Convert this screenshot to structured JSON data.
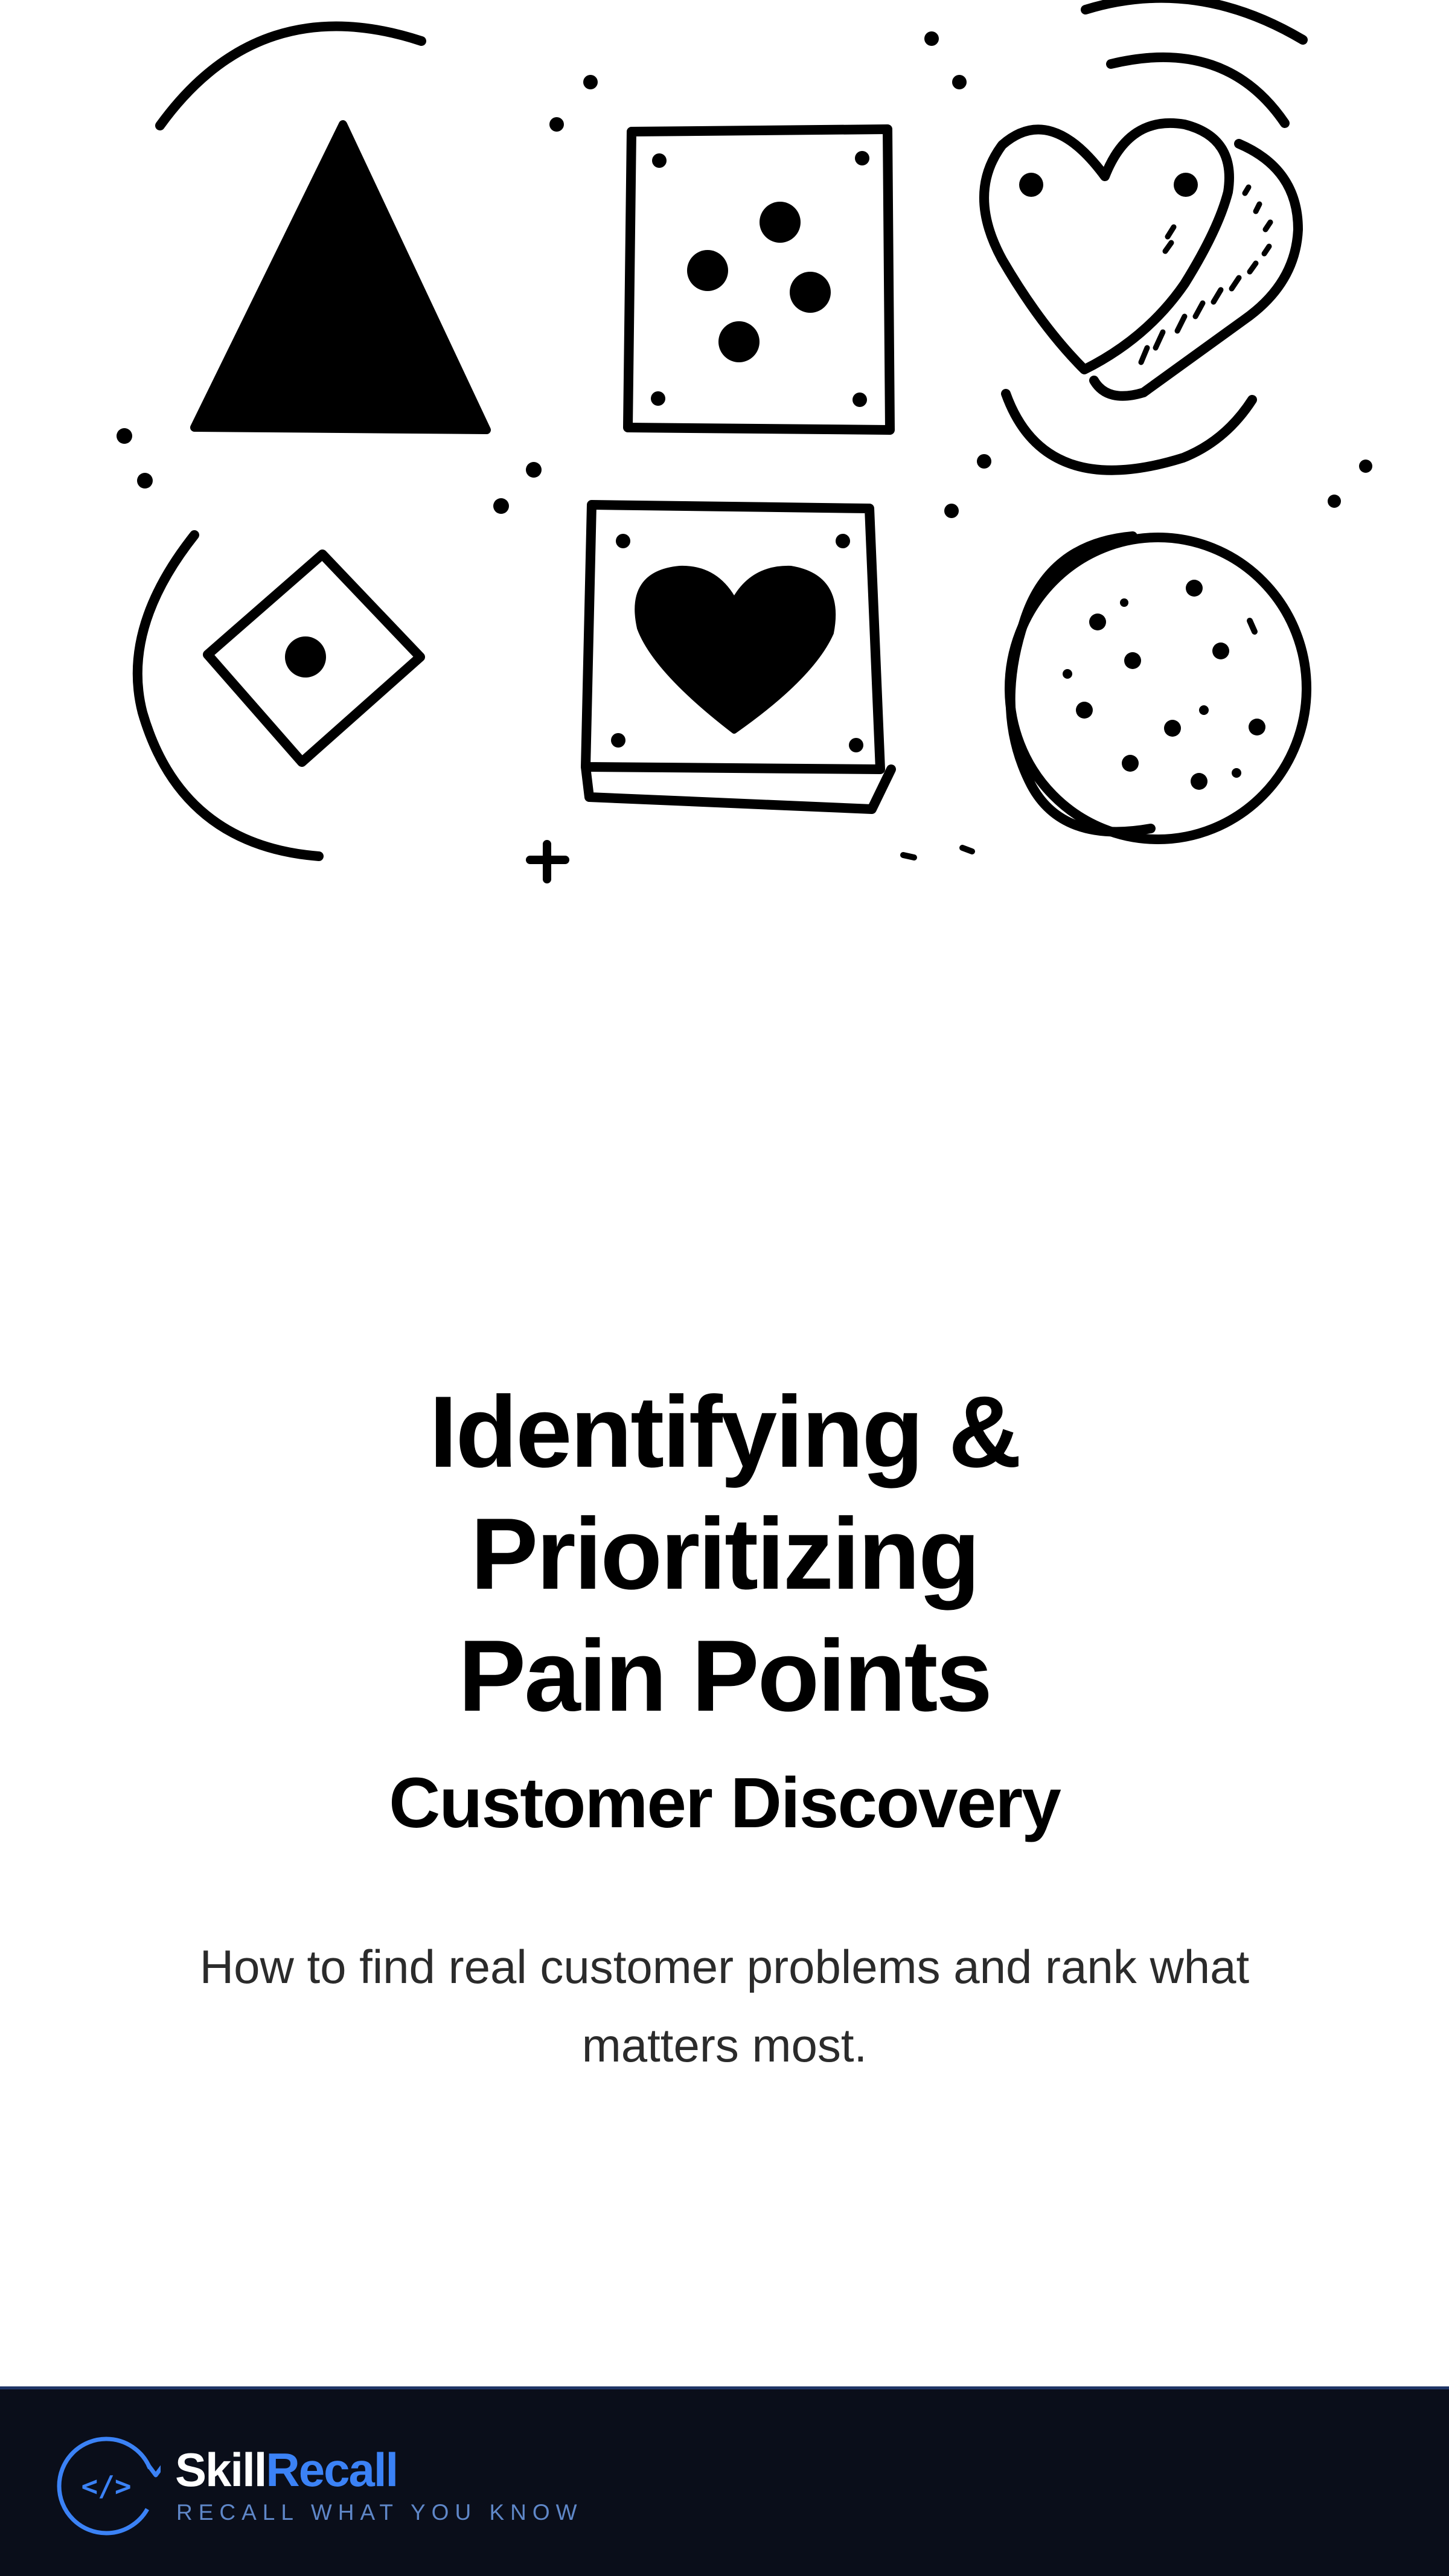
{
  "hero": {
    "icon": "doodle-shapes-illustration"
  },
  "title": {
    "line1": "Identifying &",
    "line2": "Prioritizing",
    "line3": "Pain Points"
  },
  "subtitle": "Customer Discovery",
  "description": "How to find real customer problems and rank what matters most.",
  "footer": {
    "logo_icon": "code-brackets-icon",
    "logo_glyph": "</>",
    "brand_part1": "Skill",
    "brand_part2": "Recall",
    "tagline": "RECALL WHAT YOU KNOW"
  },
  "colors": {
    "background": "#ffffff",
    "text": "#000000",
    "description_text": "#2b2b2b",
    "footer_background": "#0a0e1a",
    "footer_border": "#1f3566",
    "brand_accent": "#3b82f6",
    "tagline": "#5f87c8"
  }
}
